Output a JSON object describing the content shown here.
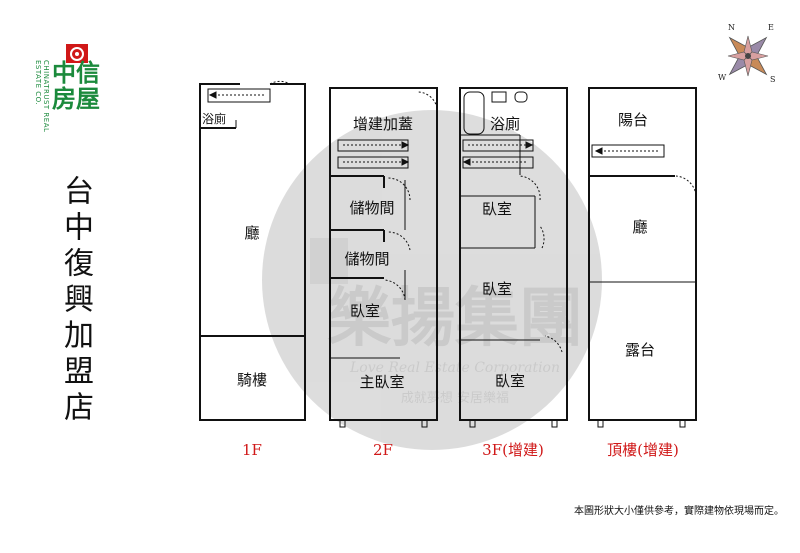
{
  "brand": {
    "name_zh": "中信房屋",
    "name_en": "CHINATRUST REAL ESTATE CO.",
    "store_name": "台中復興加盟店",
    "primary_color": "#1b8a3c",
    "accent_color": "#d01818"
  },
  "watermark": {
    "name": "樂揚集團",
    "name_en": "Love Real Estate Corporation",
    "slogan": "成就夢想 安居樂福"
  },
  "compass": {
    "north": "N",
    "south": "S",
    "east": "E",
    "west": "W"
  },
  "floors": [
    {
      "label": "1F",
      "rooms": [
        "浴廁",
        "廳",
        "騎樓"
      ]
    },
    {
      "label": "2F",
      "rooms": [
        "增建加蓋",
        "儲物間",
        "儲物間",
        "臥室",
        "主臥室"
      ]
    },
    {
      "label": "3F(增建)",
      "rooms": [
        "浴廁",
        "臥室",
        "臥室",
        "臥室"
      ]
    },
    {
      "label": "頂樓(增建)",
      "rooms": [
        "陽台",
        "廳",
        "露台"
      ]
    }
  ],
  "footer_note": "本圖形狀大小僅供參考，實際建物依現場而定。"
}
